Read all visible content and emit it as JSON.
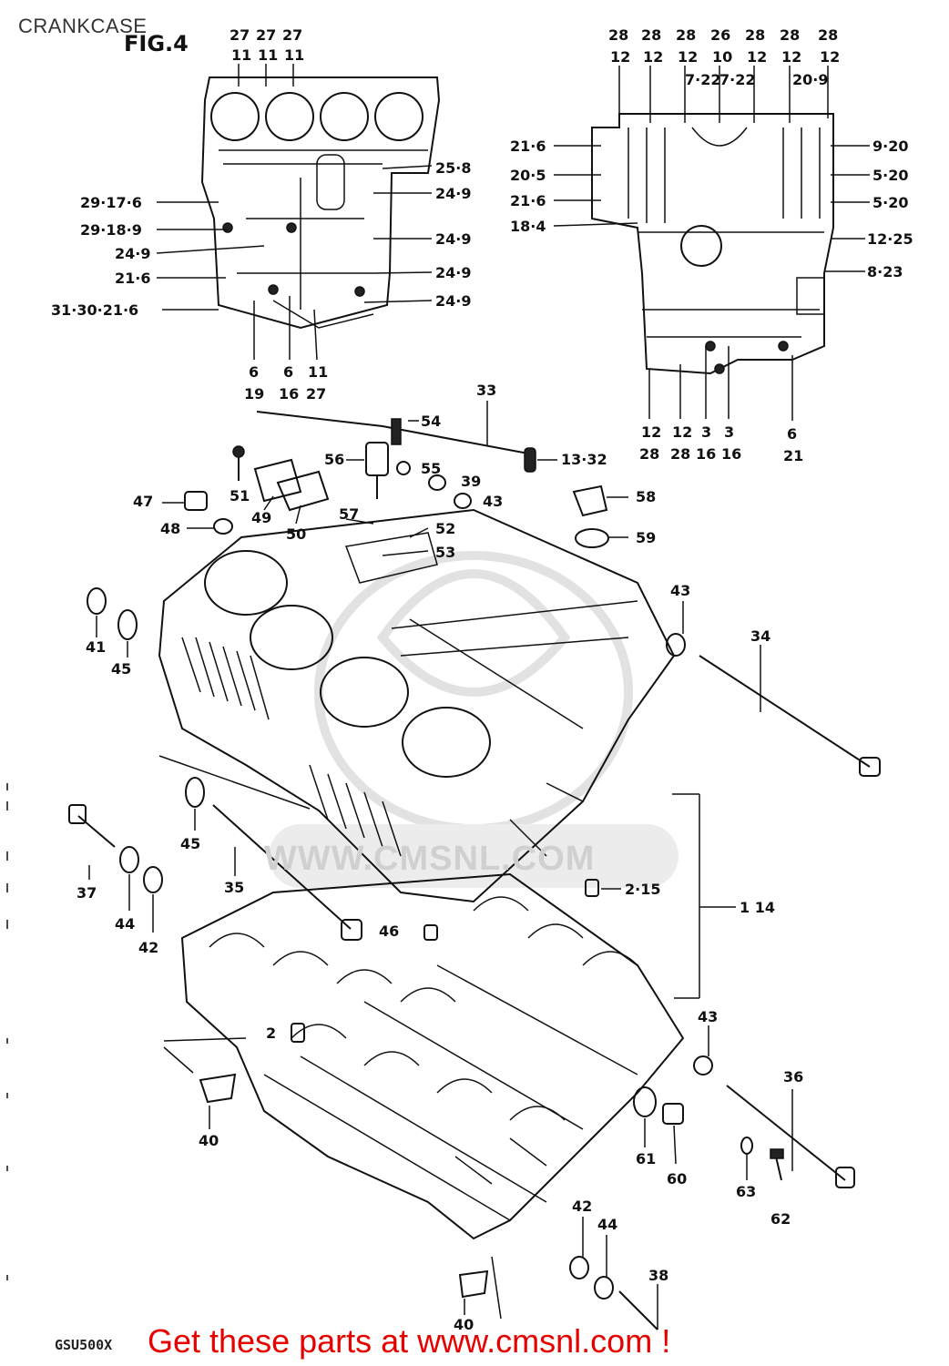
{
  "title": "CRANKCASE",
  "figure_label": "FIG.4",
  "model_code": "GSU500X",
  "watermark": "WWW.CMSNL.COM",
  "promo_text": "Get these parts at www.cmsnl.com !",
  "colors": {
    "promo": "#e60000",
    "linework": "#111111",
    "background": "#ffffff"
  },
  "callouts": {
    "c1": "27",
    "c1b": "11",
    "c2": "27",
    "c2b": "11",
    "c3": "27",
    "c3b": "11",
    "c4": "25·8",
    "c5": "24·9",
    "c6": "24·9",
    "c7": "24·9",
    "c8": "24·9",
    "c9": "29·17·6",
    "c10": "29·18·9",
    "c11": "24·9",
    "c12": "21·6",
    "c13": "31·30·21·6",
    "c14": "6",
    "c14b": "19",
    "c15": "6",
    "c15b": "16",
    "c16": "11",
    "c16b": "27",
    "r1": "28",
    "r1b": "12",
    "r2": "28",
    "r2b": "12",
    "r3": "28",
    "r3b": "12",
    "r4": "26",
    "r4b": "10",
    "r5": "28",
    "r5b": "12",
    "r6": "28",
    "r6b": "12",
    "r7": "28",
    "r7b": "12",
    "r8": "7·22",
    "r9": "7·22",
    "r10": "20·9",
    "r11": "21·6",
    "r12": "20·5",
    "r13": "21·6",
    "r14": "18·4",
    "r15": "9·20",
    "r16": "5·20",
    "r17": "5·20",
    "r18": "12·25",
    "r19": "8·23",
    "r20": "12",
    "r20b": "28",
    "r21": "12",
    "r21b": "28",
    "r22": "3",
    "r22b": "16",
    "r23": "3",
    "r23b": "16",
    "r24": "6",
    "r24b": "21",
    "p33": "33",
    "p54": "54",
    "p13": "13·32",
    "p56": "56",
    "p55": "55",
    "p51": "51",
    "p47": "47",
    "p48": "48",
    "p49": "49",
    "p50": "50",
    "p39": "39",
    "p43a": "43",
    "p57": "57",
    "p52": "52",
    "p53": "53",
    "p58": "58",
    "p59": "59",
    "p41": "41",
    "p45a": "45",
    "p43b": "43",
    "p34": "34",
    "p45b": "45",
    "p35": "35",
    "p37": "37",
    "p44a": "44",
    "p42a": "42",
    "p2_15": "2·15",
    "p1_14": "1  14",
    "p46": "46",
    "p2": "2",
    "p43c": "43",
    "p40a": "40",
    "p36": "36",
    "p61": "61",
    "p60": "60",
    "p63": "63",
    "p62": "62",
    "p42b": "42",
    "p44b": "44",
    "p38": "38",
    "p40b": "40"
  }
}
